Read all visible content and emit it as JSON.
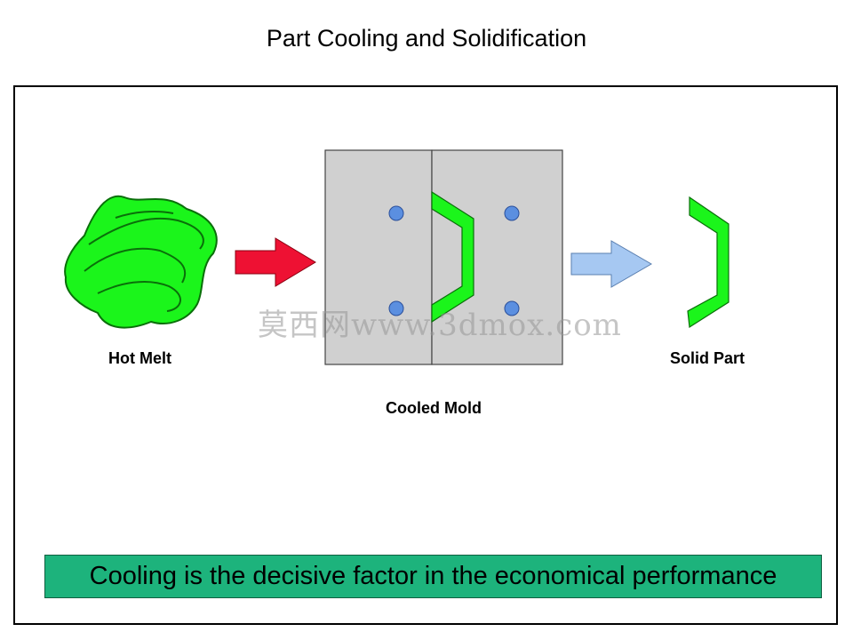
{
  "title": "Part Cooling and Solidification",
  "labels": {
    "hot_melt": "Hot Melt",
    "cooled_mold": "Cooled Mold",
    "solid_part": "Solid Part"
  },
  "banner": "Cooling is the decisive factor in the economical performance",
  "watermark": "莫西网www.3dmox.com",
  "colors": {
    "melt_green": "#1bf51b",
    "mold_gray": "#d0d0d0",
    "red_arrow": "#ee1133",
    "blue_arrow": "#a6c8f2",
    "cooling_channel_blue": "#5b8fe0",
    "banner_green": "#1db37c"
  }
}
